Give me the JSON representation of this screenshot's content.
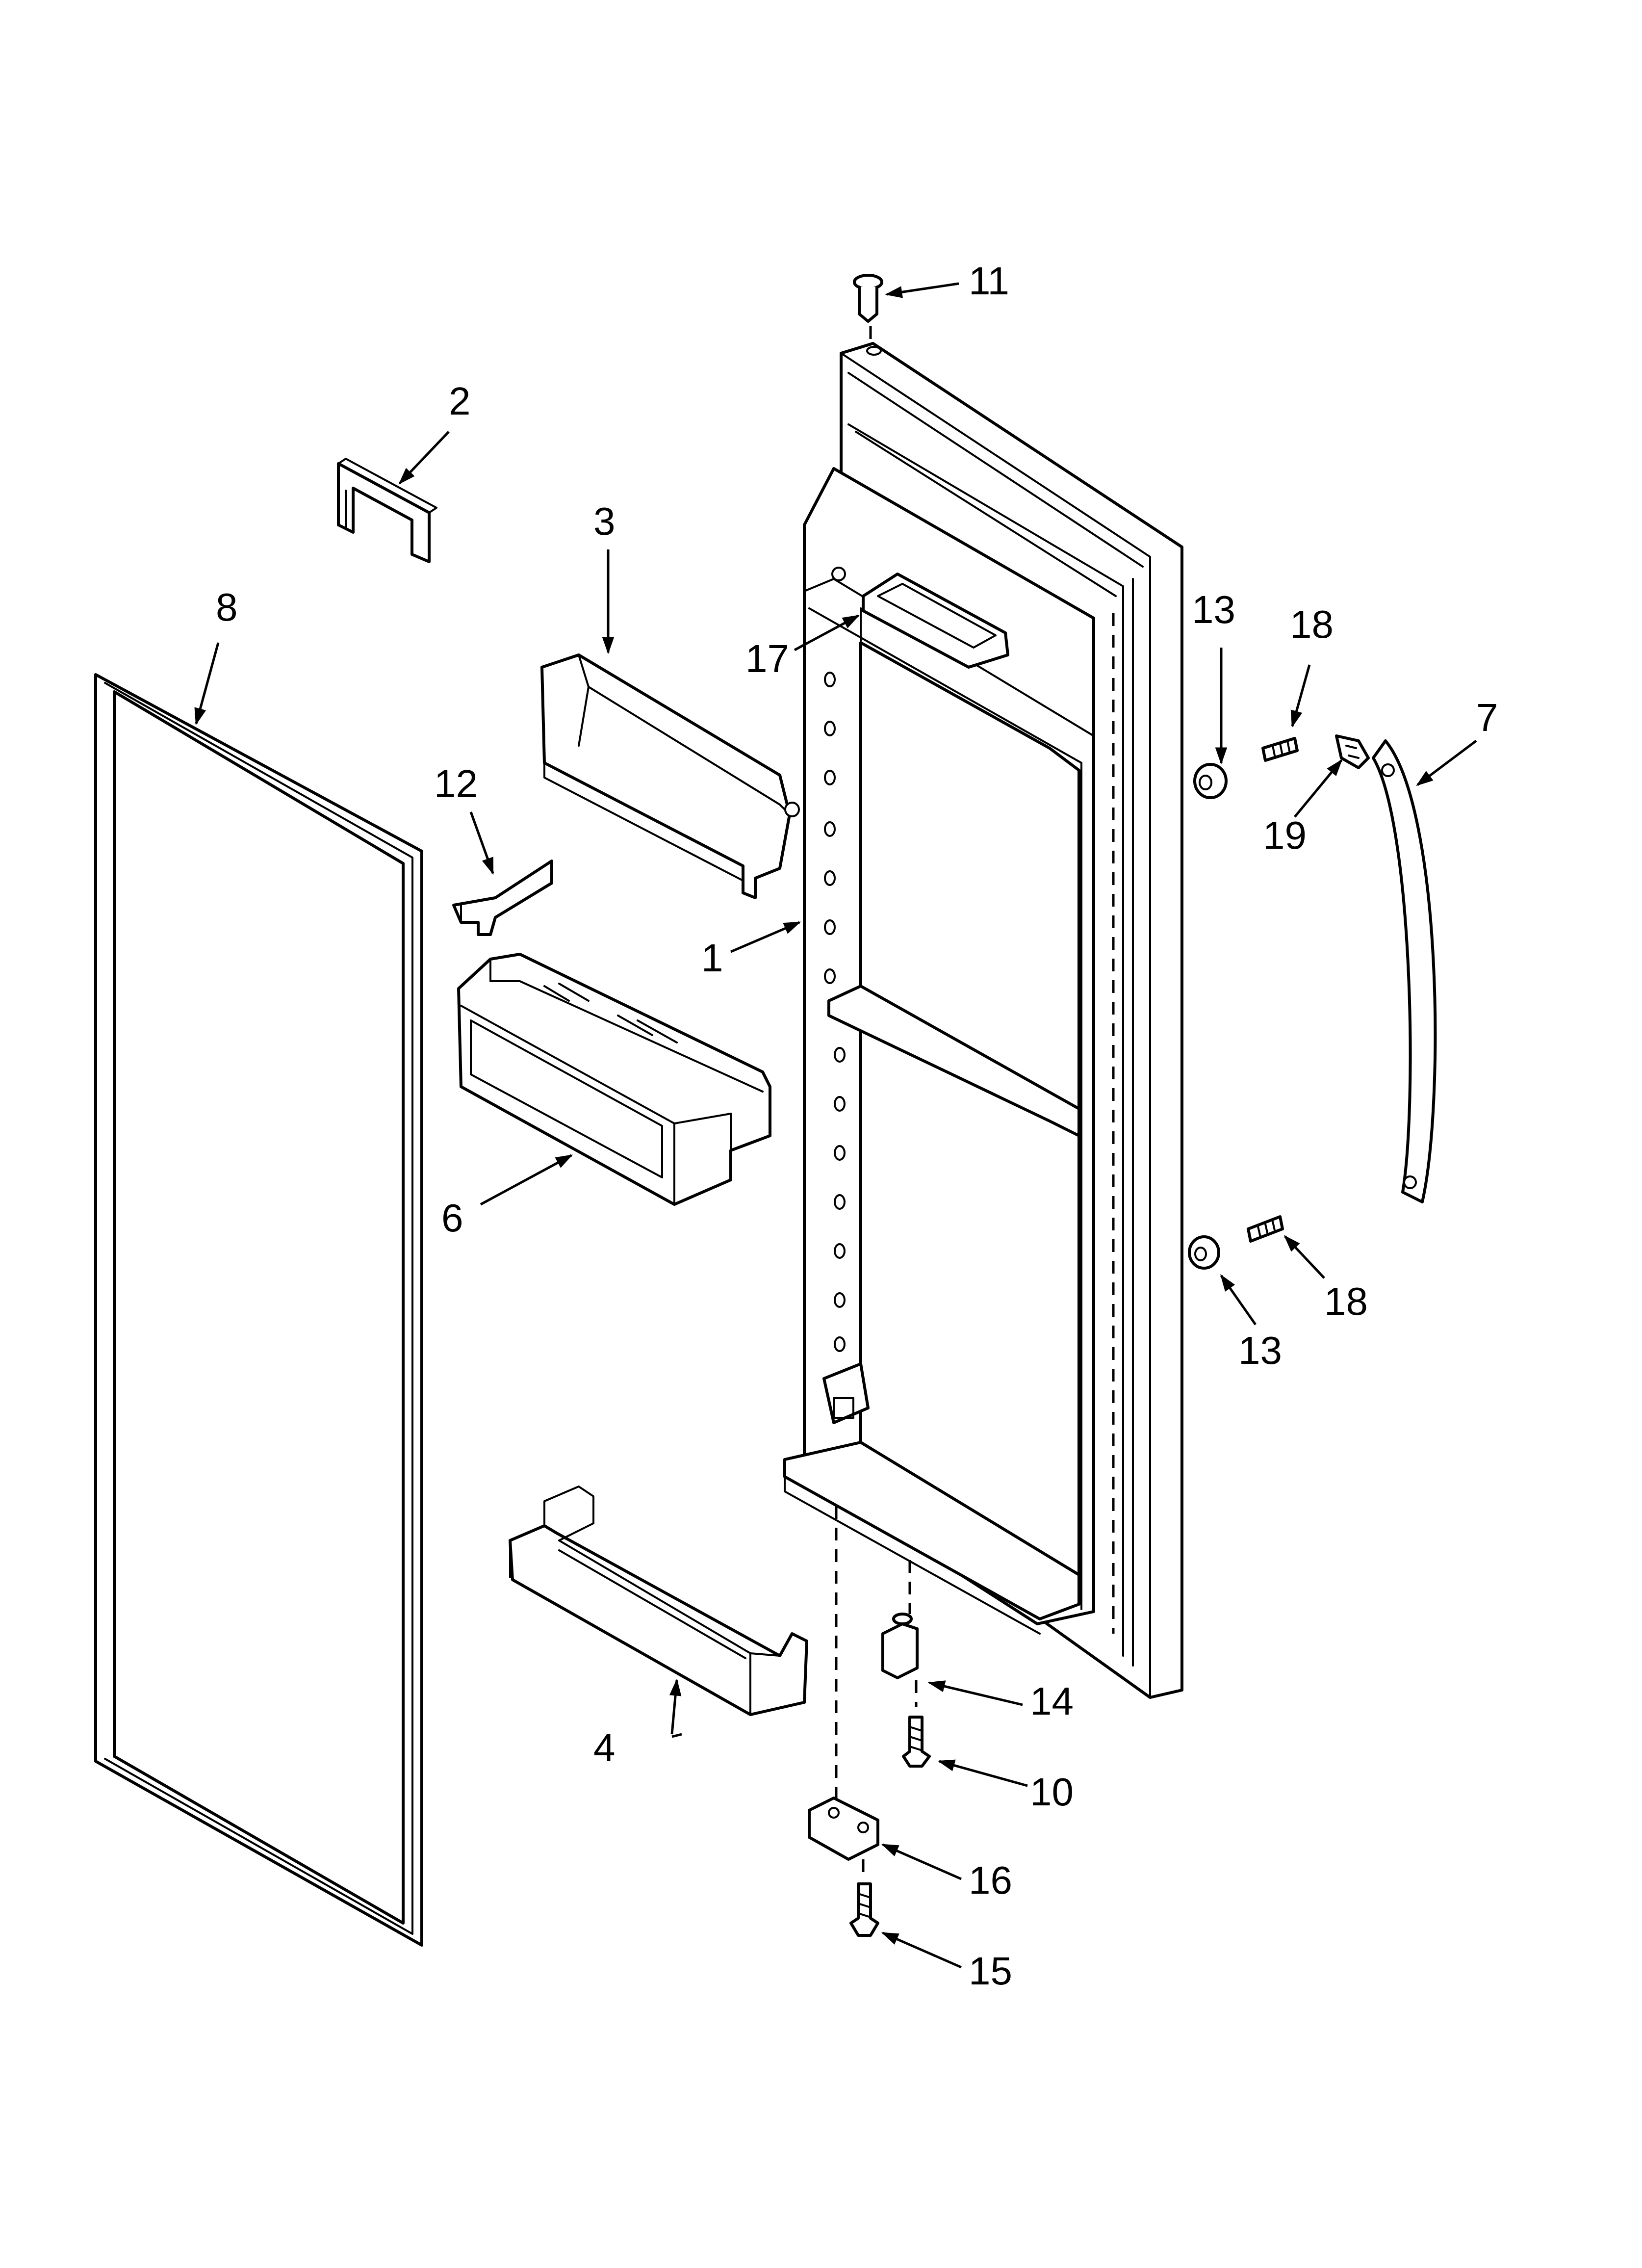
{
  "callouts": {
    "c1": "1",
    "c2": "2",
    "c3": "3",
    "c4": "4",
    "c6": "6",
    "c7": "7",
    "c8": "8",
    "c10": "10",
    "c11": "11",
    "c12": "12",
    "c13_top": "13",
    "c13_bottom": "13",
    "c14": "14",
    "c15": "15",
    "c16": "16",
    "c17": "17",
    "c18_top": "18",
    "c18_bottom": "18",
    "c19": "19"
  }
}
